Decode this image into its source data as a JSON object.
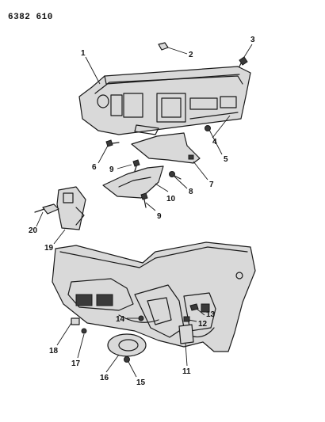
{
  "document_id": "6382 610",
  "callouts": [
    {
      "id": "c1",
      "label": "1"
    },
    {
      "id": "c2",
      "label": "2"
    },
    {
      "id": "c3",
      "label": "3"
    },
    {
      "id": "c4",
      "label": "4"
    },
    {
      "id": "c5",
      "label": "5"
    },
    {
      "id": "c6",
      "label": "6"
    },
    {
      "id": "c7",
      "label": "7"
    },
    {
      "id": "c8",
      "label": "8"
    },
    {
      "id": "c9a",
      "label": "9"
    },
    {
      "id": "c9b",
      "label": "9"
    },
    {
      "id": "c10",
      "label": "10"
    },
    {
      "id": "c11",
      "label": "11"
    },
    {
      "id": "c12",
      "label": "12"
    },
    {
      "id": "c13",
      "label": "13"
    },
    {
      "id": "c14",
      "label": "14"
    },
    {
      "id": "c15",
      "label": "15"
    },
    {
      "id": "c16",
      "label": "16"
    },
    {
      "id": "c17",
      "label": "17"
    },
    {
      "id": "c18",
      "label": "18"
    },
    {
      "id": "c19",
      "label": "19"
    },
    {
      "id": "c20",
      "label": "20"
    }
  ]
}
